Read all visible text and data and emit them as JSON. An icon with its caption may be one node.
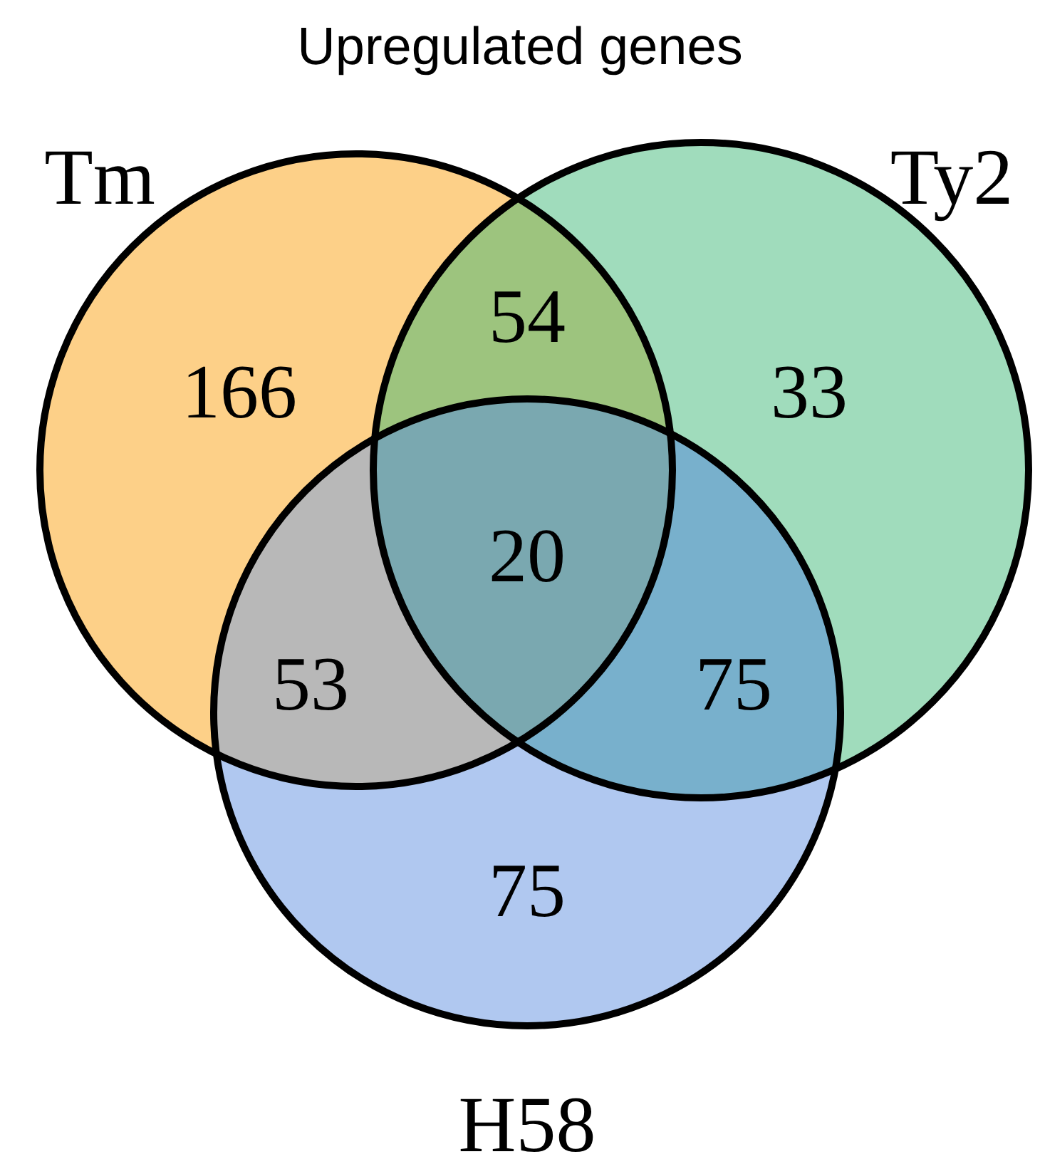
{
  "diagram": {
    "title": "Upregulated genes",
    "nodes": [
      {
        "text": [],
        "shape": "circle",
        "beside": [
          "Tm"
        ]
      },
      {
        "text": [],
        "shape": "circle",
        "beside": [
          "Ty2"
        ]
      },
      {
        "text": [],
        "shape": "circle",
        "beside": [
          "H58"
        ]
      }
    ],
    "labels": [
      "54",
      "166",
      "33",
      "20",
      "53",
      "75",
      "75"
    ]
  }
}
